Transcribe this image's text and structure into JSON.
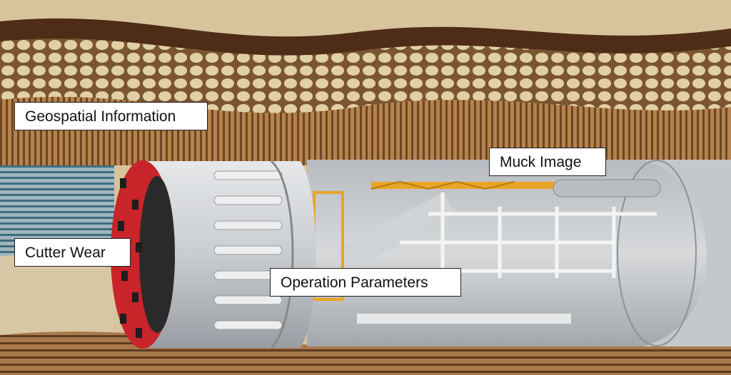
{
  "labels": {
    "geospatial": "Geospatial Information",
    "muck": "Muck Image",
    "cutter": "Cutter Wear",
    "operation": "Operation Parameters"
  },
  "colors": {
    "cutterhead": "#c8242a",
    "shield": "#d4d6d8",
    "tunnel": "#bfc2c5",
    "gantry": "#e8a526",
    "soil_dark": "#5a3520",
    "soil_light": "#d9c29a"
  }
}
